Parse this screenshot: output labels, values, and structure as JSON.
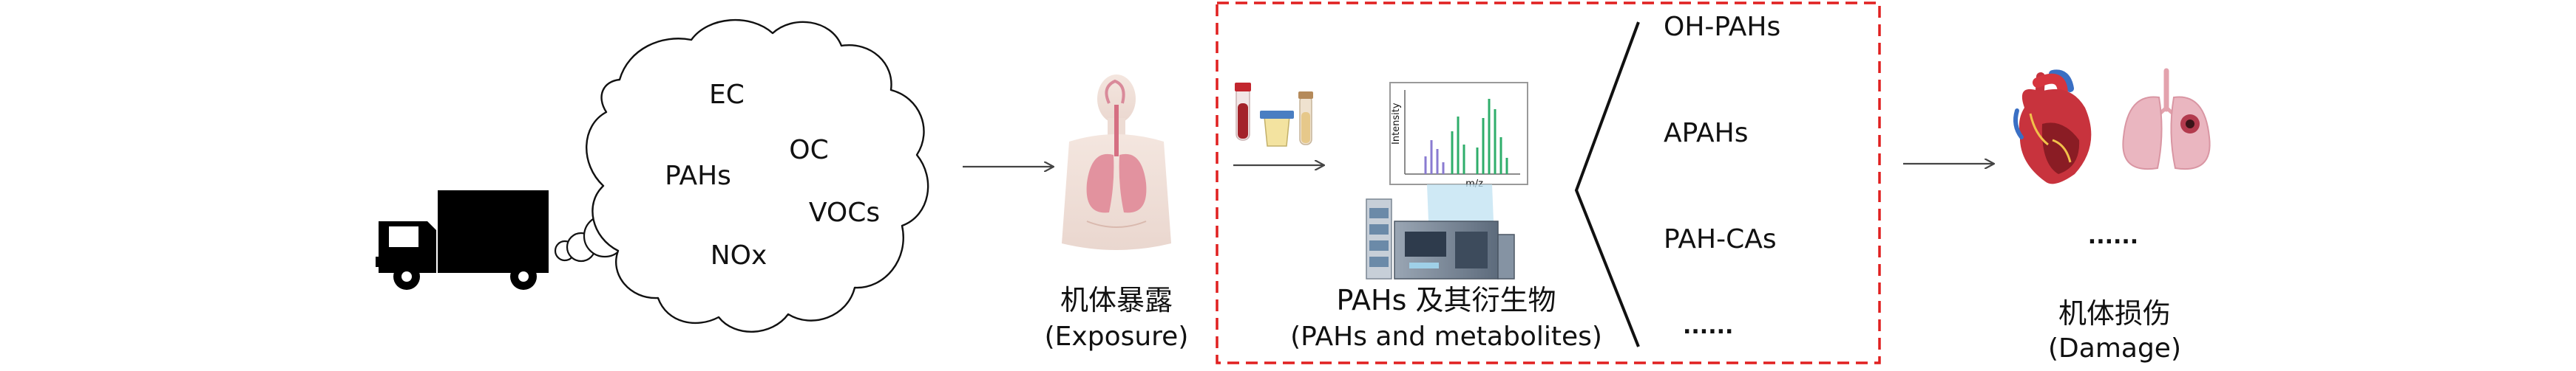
{
  "pollutants": {
    "ec": "EC",
    "oc": "OC",
    "pahs": "PAHs",
    "vocs": "VOCs",
    "nox": "NOx"
  },
  "exposure": {
    "title_zh": "机体暴露",
    "title_en": "(Exposure)"
  },
  "analysis": {
    "title_zh": "PAHs 及其衍生物",
    "title_en": "(PAHs and metabolites)",
    "chart_ylabel": "Intensity",
    "chart_xlabel": "m/z",
    "border_color": "#e02020"
  },
  "metabolites": {
    "items": [
      "OH-PAHs",
      "APAHs",
      "PAH-CAs",
      "......"
    ]
  },
  "damage": {
    "title_zh": "机体损伤",
    "title_en": "(Damage)",
    "ellipsis": "......"
  }
}
